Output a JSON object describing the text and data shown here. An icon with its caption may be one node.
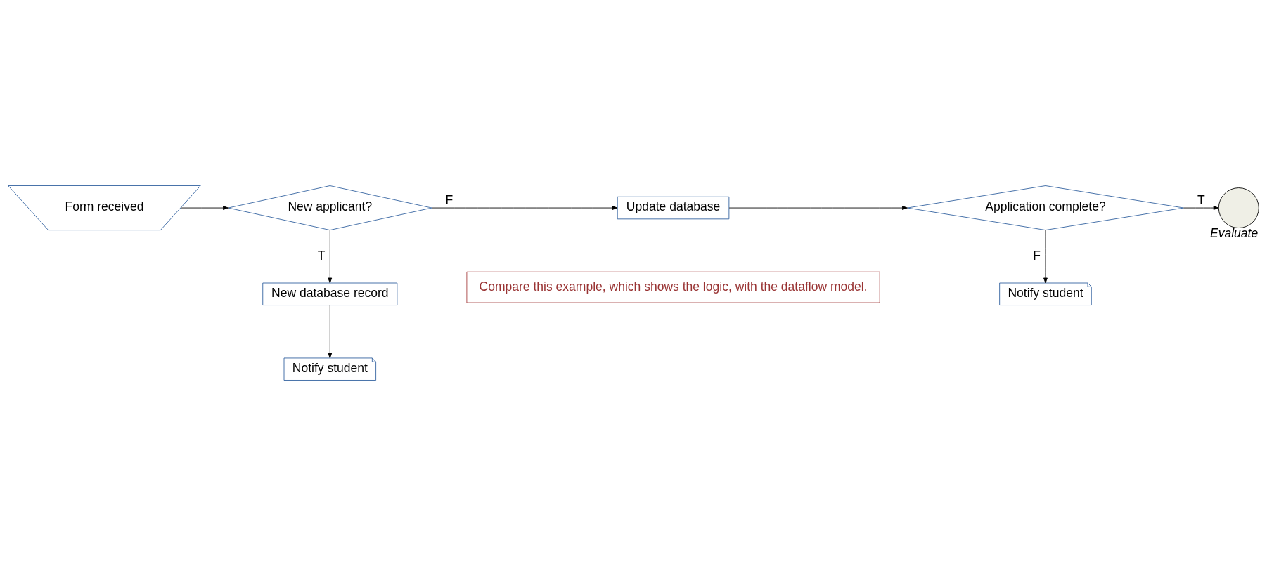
{
  "diagram": {
    "nodes": [
      {
        "text": [
          "Form received"
        ]
      },
      {
        "text": [
          "New applicant?"
        ]
      },
      {
        "text": [
          "Update database"
        ]
      },
      {
        "text": [
          "Application complete?"
        ]
      },
      {
        "text": [],
        "shape": "circle",
        "beside": [
          "Evaluate"
        ]
      },
      {
        "text": [
          "New database record"
        ]
      },
      {
        "text": [
          "Notify student"
        ]
      },
      {
        "text": [
          "Notify student"
        ]
      },
      {
        "text": [
          "Compare this example, which shows the logic, with the dataflow model."
        ]
      }
    ],
    "edges": [
      {
        "from": 0,
        "to": 1,
        "arrow": "to"
      },
      {
        "from": 1,
        "to": 2,
        "arrow": "to",
        "label": "F"
      },
      {
        "from": 1,
        "to": 5,
        "arrow": "to",
        "label": "T"
      },
      {
        "from": 2,
        "to": 3,
        "arrow": "to"
      },
      {
        "from": 3,
        "to": 4,
        "arrow": "to",
        "label": "T"
      },
      {
        "from": 3,
        "to": 7,
        "arrow": "to",
        "label": "F"
      },
      {
        "from": 5,
        "to": 6,
        "arrow": "to"
      }
    ]
  }
}
